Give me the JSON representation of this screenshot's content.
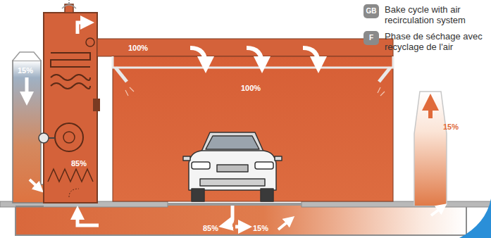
{
  "diagram": {
    "nodes": [
      {
        "text": [
          "GB",
          "Bake cycle with air recirculation system"
        ]
      },
      {
        "text": [
          "F",
          "Phase de séchage avec recyclage de l'air"
        ]
      }
    ],
    "labels": [
      "100%",
      "100%",
      "15%",
      "85%",
      "85%",
      "15%",
      "15%"
    ]
  }
}
